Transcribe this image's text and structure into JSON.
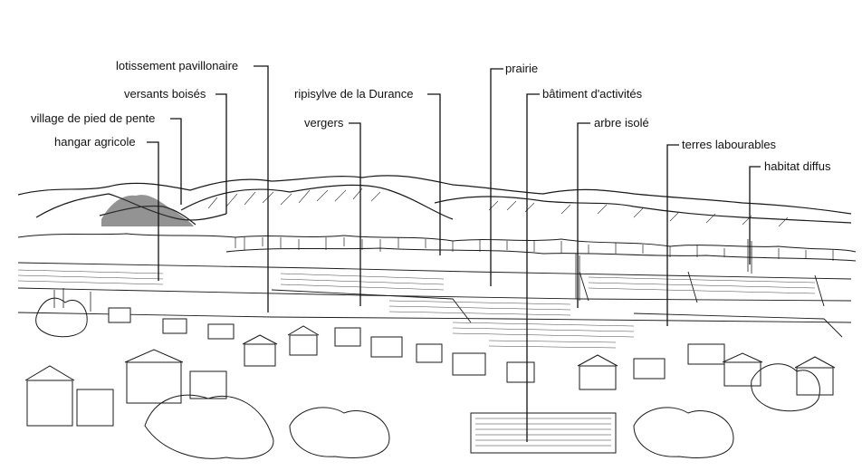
{
  "labels": {
    "lotissement": "lotissement pavillonaire",
    "versants": "versants boisés",
    "village": "village de pied de pente",
    "hangar": "hangar agricole",
    "ripisylve": "ripisylve de la Durance",
    "vergers": "vergers",
    "prairie": "prairie",
    "batiment": "bâtiment d'activités",
    "arbre": "arbre isolé",
    "terres": "terres labourables",
    "habitat": "habitat diffus"
  },
  "colors": {
    "ink": "#1a1a1a",
    "paper": "#ffffff"
  }
}
